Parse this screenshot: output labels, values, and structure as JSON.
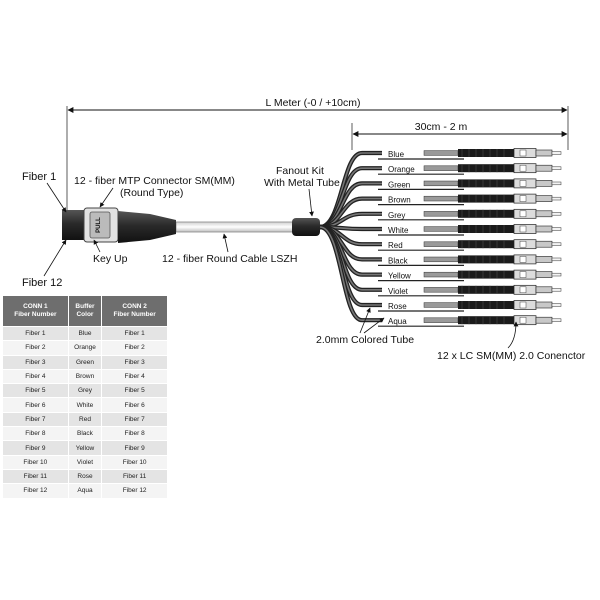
{
  "labels": {
    "length": "L Meter (-0 / +10cm)",
    "breakout": "30cm - 2 m",
    "fiber1": "Fiber 1",
    "fiber12": "Fiber 12",
    "mtp_line1": "12 - fiber MTP Connector SM(MM)",
    "mtp_line2": "(Round Type)",
    "key_up": "Key Up",
    "fanout_line1": "Fanout Kit",
    "fanout_line2": "With Metal Tube",
    "cable": "12 - fiber Round Cable LSZH",
    "tube": "2.0mm Colored Tube",
    "lc": "12 x LC SM(MM) 2.0 Conenctor",
    "pull": "PULL"
  },
  "colors": [
    "Blue",
    "Orange",
    "Green",
    "Brown",
    "Grey",
    "White",
    "Red",
    "Black",
    "Yellow",
    "Violet",
    "Rose",
    "Aqua"
  ],
  "table": {
    "headers": [
      {
        "line1": "CONN 1",
        "line2": "Fiber Number"
      },
      {
        "line1": "Buffer",
        "line2": "Color"
      },
      {
        "line1": "CONN 2",
        "line2": "Fiber Number"
      }
    ],
    "rows": [
      [
        "Fiber 1",
        "Blue",
        "Fiber 1"
      ],
      [
        "Fiber 2",
        "Orange",
        "Fiber 2"
      ],
      [
        "Fiber 3",
        "Green",
        "Fiber 3"
      ],
      [
        "Fiber 4",
        "Brown",
        "Fiber 4"
      ],
      [
        "Fiber 5",
        "Grey",
        "Fiber 5"
      ],
      [
        "Fiber 6",
        "White",
        "Fiber 6"
      ],
      [
        "Fiber 7",
        "Red",
        "Fiber 7"
      ],
      [
        "Fiber 8",
        "Black",
        "Fiber 8"
      ],
      [
        "Fiber 9",
        "Yellow",
        "Fiber 9"
      ],
      [
        "Fiber 10",
        "Violet",
        "Fiber 10"
      ],
      [
        "Fiber 11",
        "Rose",
        "Fiber 11"
      ],
      [
        "Fiber 12",
        "Aqua",
        "Fiber 12"
      ]
    ]
  }
}
